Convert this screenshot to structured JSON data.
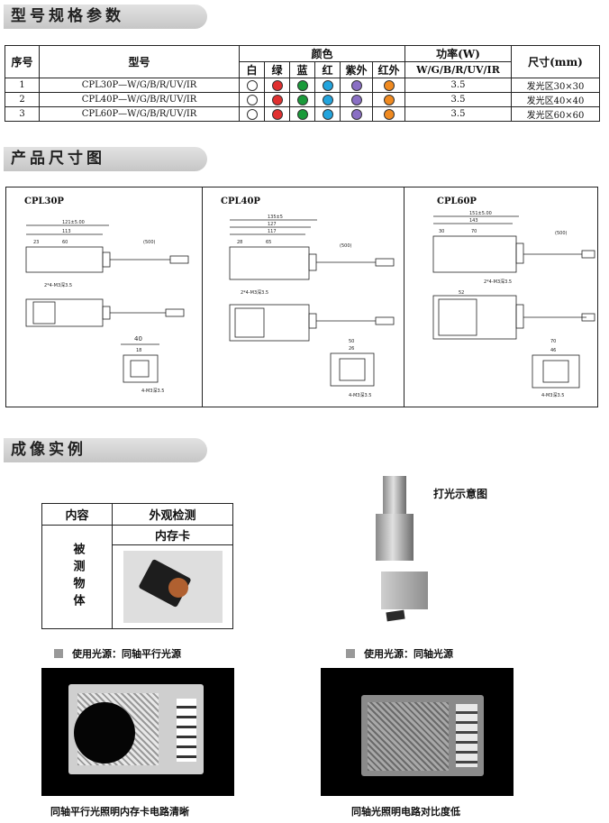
{
  "sections": {
    "specs": "型号规格参数",
    "dimensions": "产品尺寸图",
    "examples": "成像实例"
  },
  "spec_table": {
    "h_index": "序号",
    "h_model": "型号",
    "h_color": "颜色",
    "h_power": "功率(W)",
    "h_power_sub": "W/G/B/R/UV/IR",
    "h_size": "尺寸(mm)",
    "colors": [
      "白",
      "绿",
      "蓝",
      "红",
      "紫外",
      "红外"
    ],
    "color_hex": [
      "#ffffff",
      "#e03030",
      "#1a9a3a",
      "#22a4dd",
      "#8a6fc4",
      "#f08a20"
    ],
    "rows": [
      {
        "no": "1",
        "model": "CPL30P—W/G/B/R/UV/IR",
        "power": "3.5",
        "size": "发光区30×30"
      },
      {
        "no": "2",
        "model": "CPL40P—W/G/B/R/UV/IR",
        "power": "3.5",
        "size": "发光区40×40"
      },
      {
        "no": "3",
        "model": "CPL60P—W/G/B/R/UV/IR",
        "power": "3.5",
        "size": "发光区60×60"
      }
    ]
  },
  "drawings": [
    {
      "model": "CPL30P",
      "d1": "121±5.00",
      "d2": "113",
      "d3": "23",
      "d4": "60",
      "d5": "(500)",
      "d6": "40",
      "d7": "18",
      "d8": "2*4-M3深3.5",
      "d9": "4-M3深3.5"
    },
    {
      "model": "CPL40P",
      "d1": "135±5",
      "d2": "127",
      "d3": "117",
      "d4": "28",
      "d5": "65",
      "d6": "(500)",
      "d7": "50",
      "d8": "26",
      "d9": "2*4-M3深3.5",
      "d10": "4-M3深3.5"
    },
    {
      "model": "CPL60P",
      "d1": "151±5.00",
      "d2": "143",
      "d3": "30",
      "d4": "70",
      "d5": "(500)",
      "d6": "52",
      "d7": "70",
      "d8": "46",
      "d9": "2*4-M3深3.5",
      "d10": "4-M3深3.5"
    }
  ],
  "example": {
    "h_content": "内容",
    "h_inspect": "外观检测",
    "object": "内存卡",
    "h_item": "被测物体",
    "diagram_label": "打光示意图",
    "light_left": "使用光源：同轴平行光源",
    "light_right": "使用光源：同轴光源",
    "cap_left": "同轴平行光照明内存卡电路清晰",
    "cap_right": "同轴光照明电路对比度低"
  }
}
